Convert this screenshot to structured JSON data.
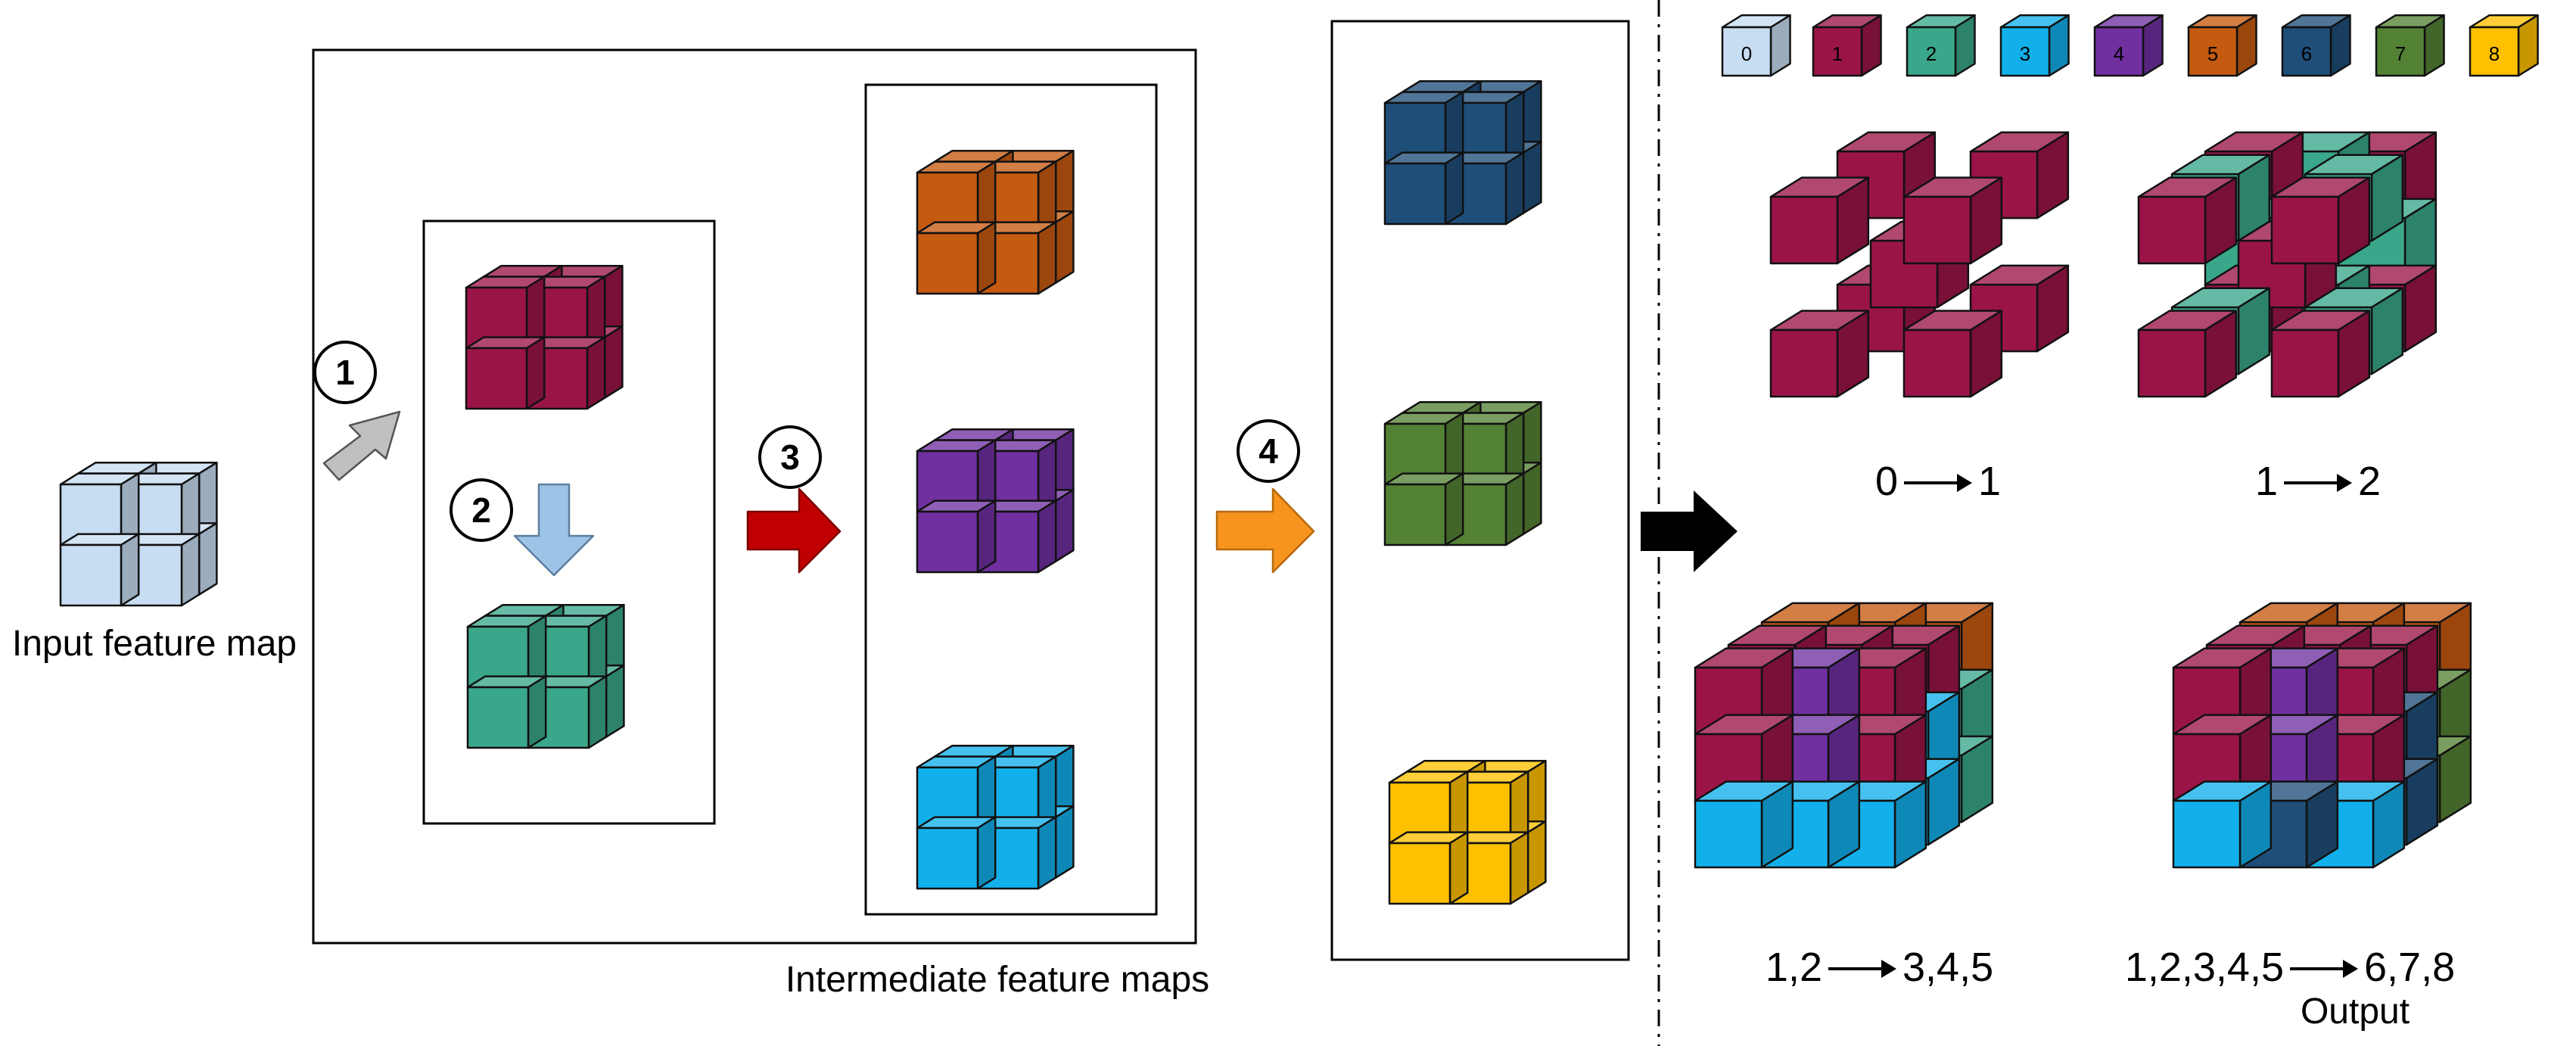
{
  "labels": {
    "input": "Input feature map",
    "intermediate": "Intermediate feature maps",
    "output": "Output"
  },
  "steps": [
    "1",
    "2",
    "3",
    "4"
  ],
  "legend": [
    {
      "label": "0",
      "color": "#c7ddf2"
    },
    {
      "label": "1",
      "color": "#9a1448"
    },
    {
      "label": "2",
      "color": "#3aa78b"
    },
    {
      "label": "3",
      "color": "#12b0ea"
    },
    {
      "label": "4",
      "color": "#7030a0"
    },
    {
      "label": "5",
      "color": "#c55a11"
    },
    {
      "label": "6",
      "color": "#1f4e79"
    },
    {
      "label": "7",
      "color": "#548235"
    },
    {
      "label": "8",
      "color": "#ffc000"
    }
  ],
  "transitions": [
    {
      "from": "0",
      "to": "1"
    },
    {
      "from": "1",
      "to": "2"
    },
    {
      "from": "1,2",
      "to": "3,4,5"
    },
    {
      "from": "1,2,3,4,5",
      "to": "6,7,8"
    }
  ],
  "arrow_colors": {
    "step1": "#c0c0c0",
    "step2": "#9dc3e6",
    "step3": "#c00000",
    "step4": "#f7941d",
    "main": "#000000"
  }
}
